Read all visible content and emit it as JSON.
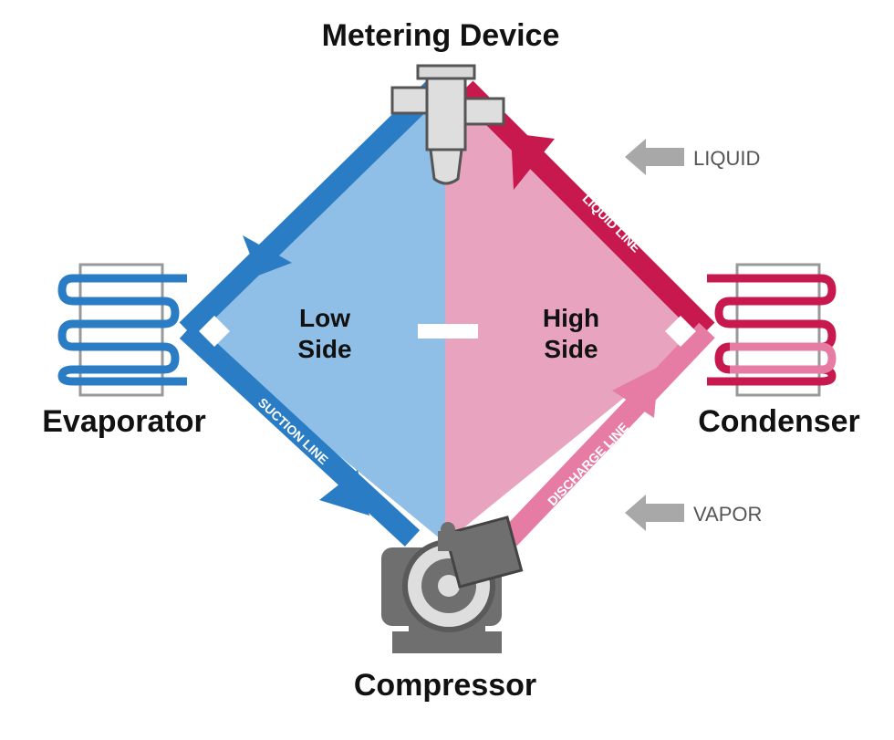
{
  "labels": {
    "metering_device": "Metering Device",
    "evaporator": "Evaporator",
    "condenser": "Condenser",
    "compressor": "Compressor",
    "low_side_line1": "Low",
    "low_side_line2": "Side",
    "high_side_line1": "High",
    "high_side_line2": "Side",
    "liquid": "LIQUID",
    "vapor": "VAPOR",
    "liquid_line": "LIQUID LINE",
    "suction_line": "SUCTION LINE",
    "discharge_line": "DISCHARGE LINE"
  },
  "colors": {
    "low_side_fill": "#8fbfe6",
    "low_side_pipe": "#2a7cc4",
    "high_side_fill": "#e8a4bf",
    "liquid_pipe": "#c8194f",
    "discharge_pipe": "#e67ba3",
    "arrow_key": "#a8a8a8",
    "equipment_gray": "#6f6f6f"
  }
}
